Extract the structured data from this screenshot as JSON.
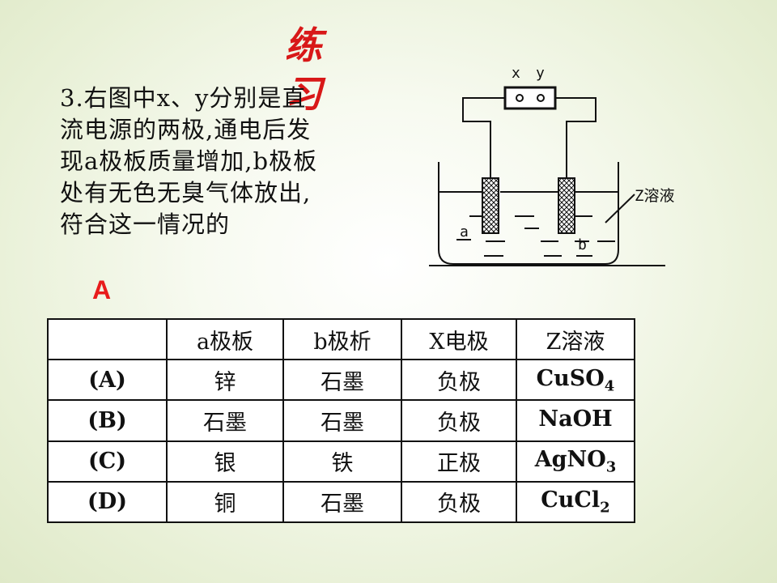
{
  "slide": {
    "title": "练习",
    "question": "3.右图中x、y分别是直\n流电源的两极,通电后发\n现a极板质量增加,b极板\n处有无色无臭气体放出,\n符合这一情况的",
    "answer": "A"
  },
  "diagram": {
    "terminal_x": "x",
    "terminal_y": "y",
    "solution_label": "Z溶液",
    "electrode_a": "a",
    "electrode_b": "b"
  },
  "table": {
    "headers": [
      "",
      "a极板",
      "b极析",
      "X电极",
      "Z溶液"
    ],
    "rows": [
      {
        "option": "(A)",
        "a": "锌",
        "b": "石墨",
        "x": "负极",
        "z_base": "CuSO",
        "z_sub": "4"
      },
      {
        "option": "(B)",
        "a": "石墨",
        "b": "石墨",
        "x": "负极",
        "z_base": "NaOH",
        "z_sub": ""
      },
      {
        "option": "(C)",
        "a": "银",
        "b": "铁",
        "x": "正极",
        "z_base": "AgNO",
        "z_sub": "3"
      },
      {
        "option": "(D)",
        "a": "铜",
        "b": "石墨",
        "x": "负极",
        "z_base": "CuCl",
        "z_sub": "2"
      }
    ]
  }
}
